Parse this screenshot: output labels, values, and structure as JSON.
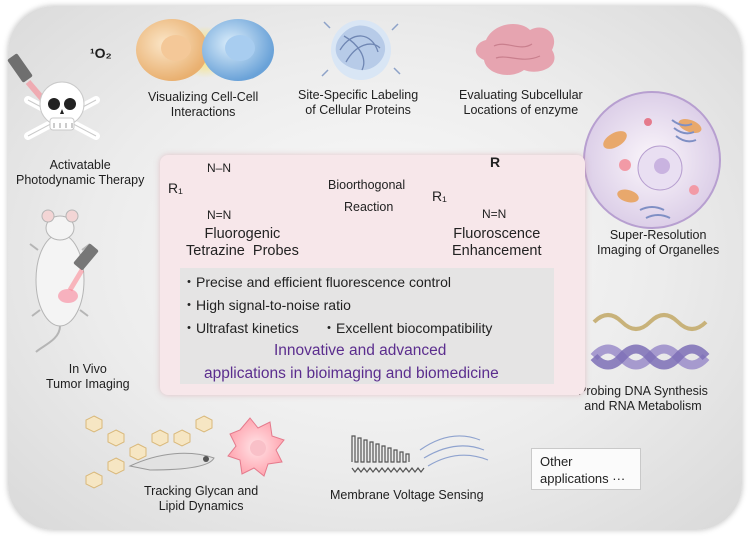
{
  "applications": {
    "cell_cell": "Visualizing Cell-Cell\nInteractions",
    "site_specific": "Site-Specific Labeling\nof Cellular Proteins",
    "subcellular": "Evaluating Subcellular\nLocations of enzyme",
    "pdt": "Activatable\nPhotodynamic Therapy",
    "singlet_oxygen": "¹O₂",
    "super_resolution": "Super-Resolution\nImaging of Organelles",
    "in_vivo": "In Vivo\nTumor Imaging",
    "dna_rna": "Probing DNA Synthesis\nand RNA Metabolism",
    "glycan": "Tracking Glycan and\nLipid Dynamics",
    "voltage": "Membrane Voltage Sensing",
    "other": "Other\napplications ···"
  },
  "reaction": {
    "probe_label": "Fluorogenic\nTetrazine  Probes",
    "arrow_top": "Bioorthogonal",
    "arrow_bottom": "Reaction",
    "product_label": "Fluoroscence\nEnhancement",
    "r1": "R₁",
    "r": "R",
    "n_top": "N–N",
    "n_bottom": "N=N",
    "n_product": "N=N"
  },
  "features": {
    "f1": "・Precise and efficient fluorescence control",
    "f2": "・High signal-to-noise ratio",
    "f3": "・Ultrafast kinetics",
    "f4": "・Excellent biocompatibility",
    "highlight1": "Innovative and advanced",
    "highlight2": "applications in bioimaging and biomedicine"
  }
}
